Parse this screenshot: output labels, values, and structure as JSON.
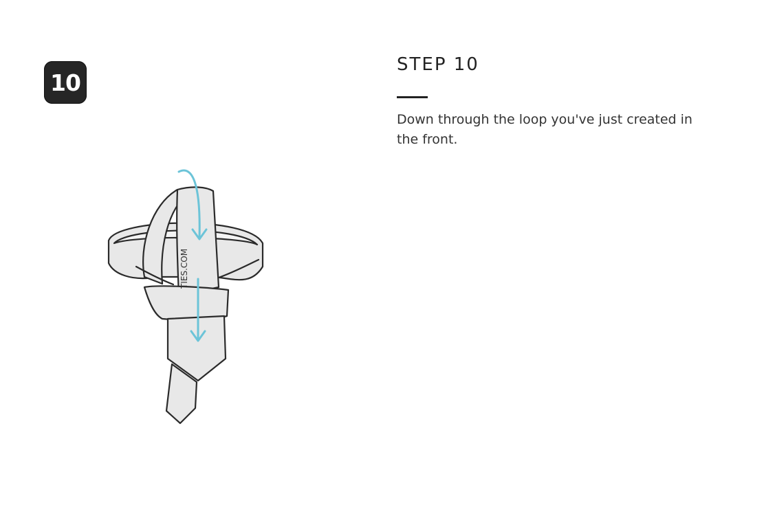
{
  "step": {
    "badge_number": "10",
    "title": "STEP 10",
    "description": "Down through the loop you've just created in the front."
  },
  "illustration": {
    "brand_text": "TIES.COM",
    "arrow_color": "#6cc4d8",
    "tie_fill": "#e8e8e8",
    "outline_color": "#2a2a2a"
  }
}
